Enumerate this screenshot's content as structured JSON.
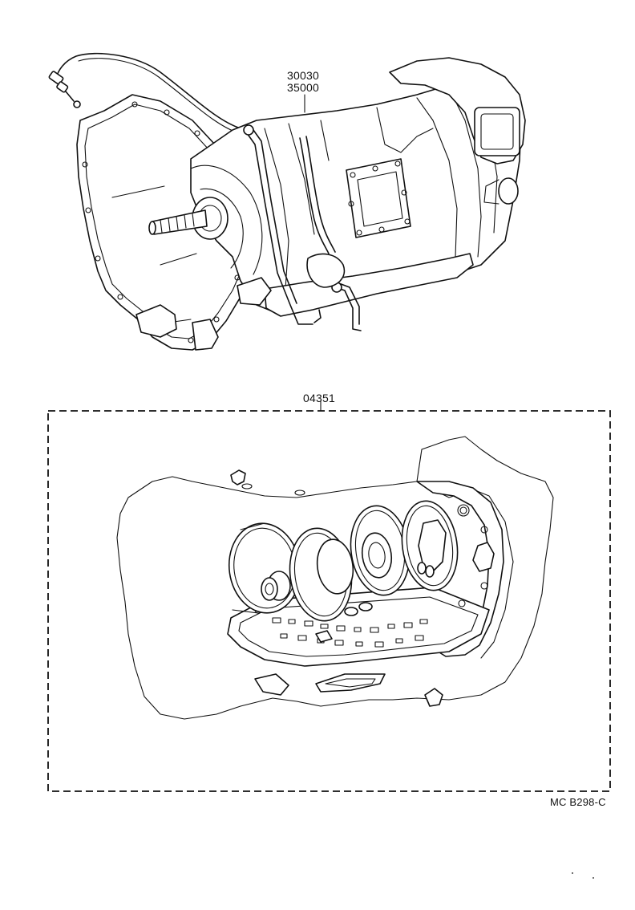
{
  "callouts": {
    "transmission_part_1": "30030",
    "transmission_part_2": "35000",
    "gasket_kit": "04351"
  },
  "diagram_code": "MC B298-C"
}
